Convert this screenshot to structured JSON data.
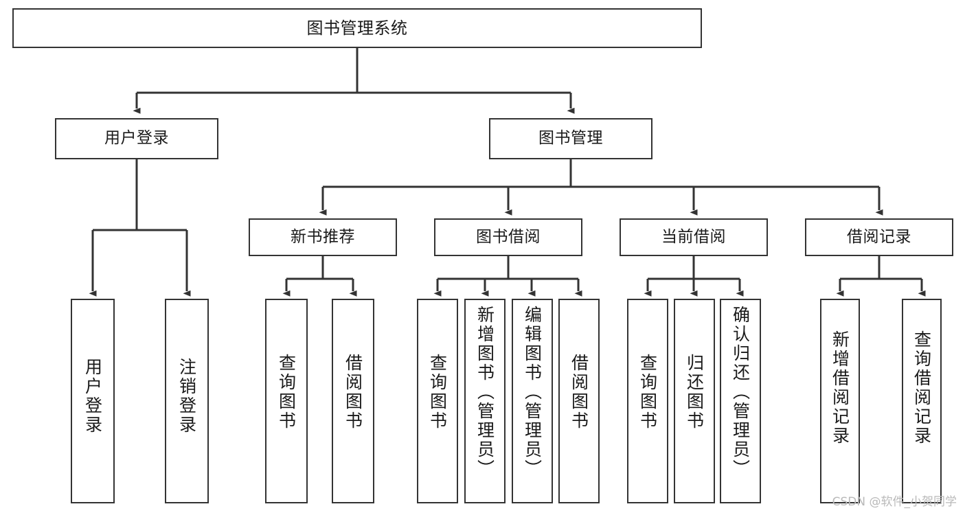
{
  "diagram": {
    "type": "tree-hierarchy",
    "title": "图书管理系统",
    "orientation": "top-down",
    "line_color": "#333333",
    "box_fill": "#ffffff",
    "box_border": "#333333",
    "text_color": "#1a1a1a"
  },
  "nodes": {
    "root": {
      "label": "图书管理系统",
      "level": 1
    },
    "level2": [
      {
        "id": "user-login",
        "label": "用户登录"
      },
      {
        "id": "book-manage",
        "label": "图书管理"
      }
    ],
    "level3": [
      {
        "id": "new-book-recommend",
        "label": "新书推荐",
        "parent": "book-manage"
      },
      {
        "id": "book-borrow",
        "label": "图书借阅",
        "parent": "book-manage"
      },
      {
        "id": "current-borrow",
        "label": "当前借阅",
        "parent": "book-manage"
      },
      {
        "id": "borrow-record",
        "label": "借阅记录",
        "parent": "book-manage"
      }
    ],
    "leaves": [
      {
        "id": "leaf-user-login",
        "label": "用户登录",
        "parent": "user-login"
      },
      {
        "id": "leaf-logout",
        "label": "注销登录",
        "parent": "user-login"
      },
      {
        "id": "leaf-query-book-1",
        "label": "查询图书",
        "parent": "new-book-recommend"
      },
      {
        "id": "leaf-borrow-book-1",
        "label": "借阅图书",
        "parent": "new-book-recommend"
      },
      {
        "id": "leaf-query-book-2",
        "label": "查询图书",
        "parent": "book-borrow"
      },
      {
        "id": "leaf-add-book",
        "label": "新增图书（管理员）",
        "parent": "book-borrow"
      },
      {
        "id": "leaf-edit-book",
        "label": "编辑图书（管理员）",
        "parent": "book-borrow"
      },
      {
        "id": "leaf-borrow-book-2",
        "label": "借阅图书",
        "parent": "book-borrow"
      },
      {
        "id": "leaf-query-book-3",
        "label": "查询图书",
        "parent": "current-borrow"
      },
      {
        "id": "leaf-return-book",
        "label": "归还图书",
        "parent": "current-borrow"
      },
      {
        "id": "leaf-confirm-return",
        "label": "确认归还（管理员）",
        "parent": "current-borrow"
      },
      {
        "id": "leaf-add-record",
        "label": "新增借阅记录",
        "parent": "borrow-record"
      },
      {
        "id": "leaf-query-record",
        "label": "查询借阅记录",
        "parent": "borrow-record"
      }
    ]
  },
  "watermark": {
    "text": "CSDN @软件_小贺同学"
  }
}
